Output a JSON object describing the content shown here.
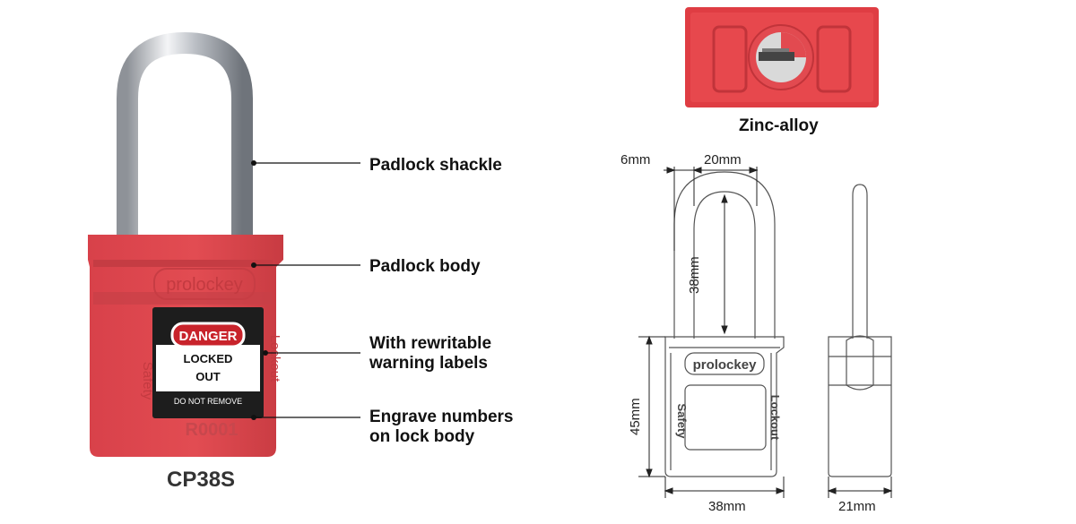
{
  "product": {
    "model": "CP38S",
    "brand": "prolockey",
    "engraving": "R0001",
    "side_left": "Safety",
    "side_right": "Lockout",
    "label": {
      "header": "DANGER",
      "line1": "LOCKED",
      "line2": "OUT",
      "footer": "DO NOT REMOVE"
    }
  },
  "callouts": {
    "shackle": "Padlock shackle",
    "body": "Padlock body",
    "labels_line1": "With rewritable",
    "labels_line2": "warning labels",
    "engrave_line1": "Engrave numbers",
    "engrave_line2": "on lock body"
  },
  "material": "Zinc-alloy",
  "dimensions": {
    "shackle_diameter": "6mm",
    "shackle_inner_width": "20mm",
    "shackle_clearance": "38mm",
    "body_height": "45mm",
    "body_width": "38mm",
    "body_thickness": "21mm"
  },
  "colors": {
    "body_red": "#e0474c",
    "body_red_dark": "#c33a40",
    "chrome": "#c9ccd1",
    "label_black": "#1d1d1d",
    "drawing_line": "#555555"
  }
}
